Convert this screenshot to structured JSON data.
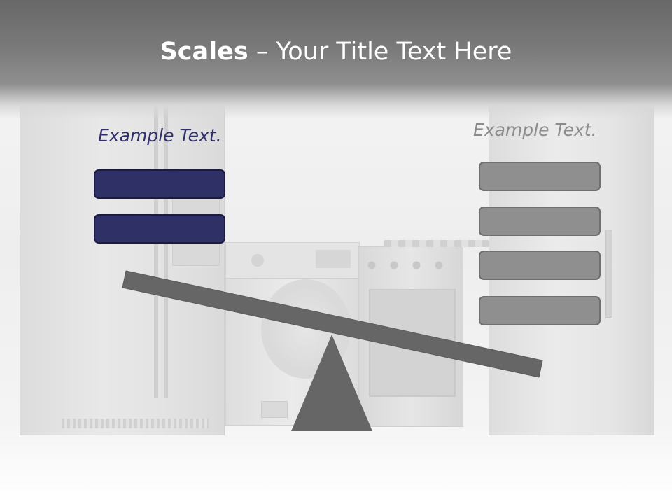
{
  "slide": {
    "title_bold": "Scales",
    "title_rest": " – Your Title Text Here"
  },
  "left_panel": {
    "label": "Example Text.",
    "color": "#2e3066",
    "box_count": 2
  },
  "right_panel": {
    "label": "Example Text.",
    "color": "#8f8f8f",
    "box_count": 4
  },
  "scale": {
    "beam_color": "#666666",
    "fulcrum_color": "#666666",
    "tilt": "left side raised"
  }
}
